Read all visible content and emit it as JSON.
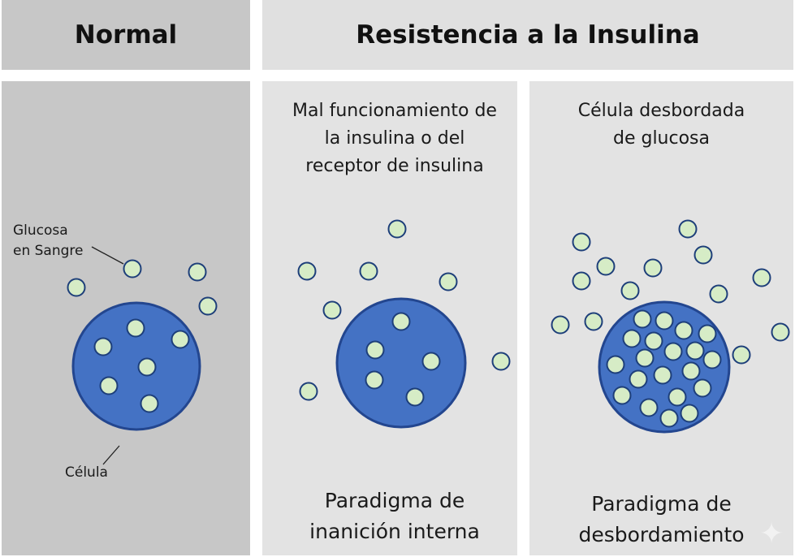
{
  "headers": {
    "normal": "Normal",
    "resistance": "Resistencia a la Insulina"
  },
  "panels": {
    "normal": {
      "glucose_label": "Glucosa\nen Sangre",
      "cell_label": "Célula"
    },
    "malfunction": {
      "caption": "Mal funcionamiento de\nla insulina o del\nreceptor de insulina",
      "footer": "Paradigma de\ninanición interna"
    },
    "overflow": {
      "caption": "Célula desbordada\nde glucosa",
      "footer": "Paradigma de\ndesbordamiento"
    }
  },
  "colors": {
    "cell_fill": "#4472c4",
    "cell_stroke": "#23468f",
    "glucose_fill": "#d6ecc6",
    "glucose_stroke": "#1e3f7a"
  },
  "icons": {
    "corner": "sparkle-icon"
  }
}
